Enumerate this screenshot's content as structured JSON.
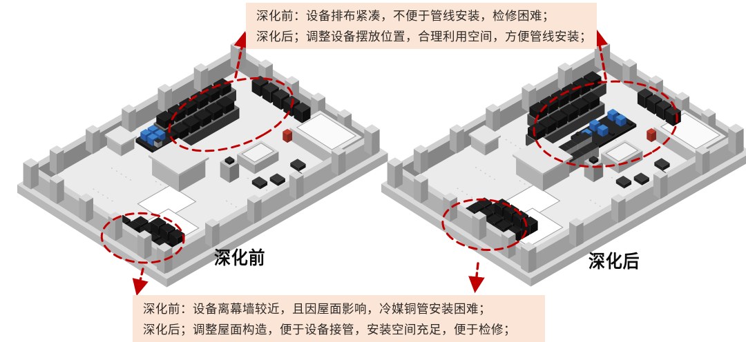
{
  "callouts": {
    "top": {
      "line1": "深化前：设备排布紧凑，不便于管线安装，检修困难；",
      "line2": "深化后；调整设备摆放位置，合理利用空间，方便管线安装；"
    },
    "bottom": {
      "line1": "深化前：设备离幕墙较近，且因屋面影响，冷媒铜管安装困难；",
      "line2": "深化后；调整屋面构造，便于设备接管，安装空间充足，便于检修；"
    }
  },
  "models": {
    "before": {
      "label": "深化前"
    },
    "after": {
      "label": "深化后"
    }
  },
  "colors": {
    "callout_bg": "#fbe5d6",
    "callout_text": "#2d2a28",
    "annotation_red": "#c00000"
  }
}
